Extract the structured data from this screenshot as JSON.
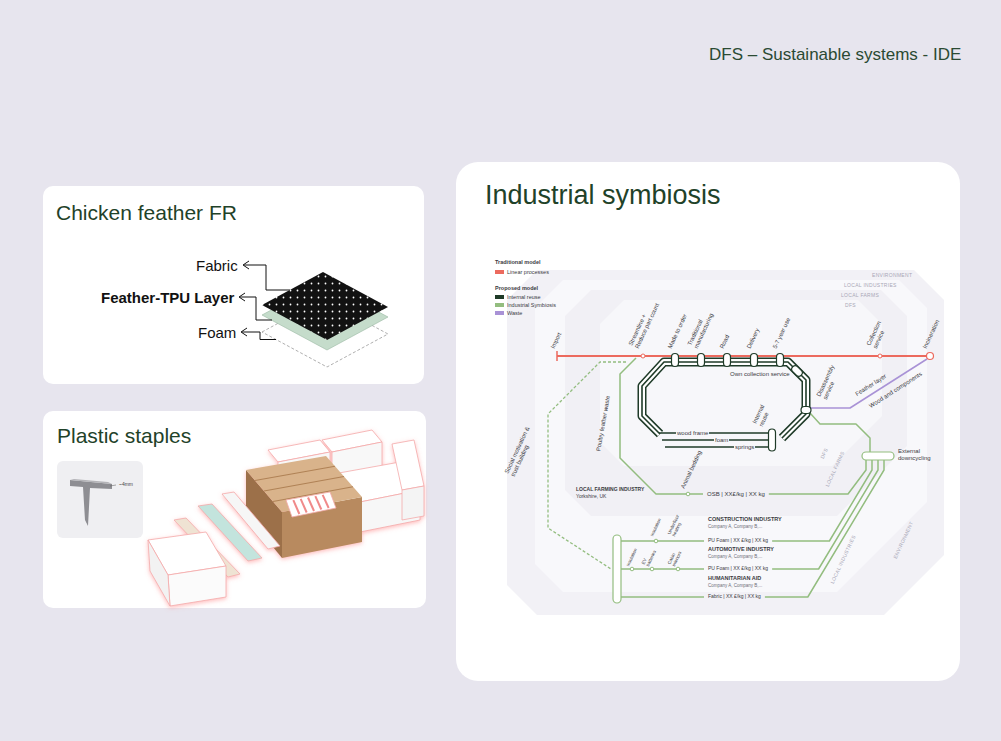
{
  "diagram": {
    "title": "DFS – Sustainable systems - IDE",
    "nodes": [
      {
        "text": [
          "Chicken feather FR"
        ]
      },
      {
        "text": [
          "Plastic staples"
        ]
      },
      {
        "text": [
          "Industrial symbiosis"
        ]
      },
      {
        "text": [
          "ENVIRONMENT",
          "ENVIRONMENT"
        ],
        "in": 2
      },
      {
        "text": [
          "LOCAL INDUSTRIES",
          "LOCAL INDUSTRIES"
        ],
        "in": 3
      },
      {
        "text": [
          "LOCAL FARMS",
          "LOCAL FARMS"
        ],
        "in": 4
      },
      {
        "text": [
          "DFS",
          "DFS"
        ],
        "in": 5
      }
    ],
    "labels": [
      "Fabric",
      "Feather-TPU Layer",
      "Foam",
      "~4mm",
      "Traditional model",
      "Proposed model",
      "Import",
      "Streamline + Reduce part count",
      "Made to order",
      "Traditional manufacturing",
      "Road",
      "Delivery",
      "5-7 year use",
      "Collection service",
      "Incineration",
      "Own collection service",
      "Disassembly service",
      "Internal reuse",
      "wood frame",
      "foam",
      "springs",
      "Poultry feather waste",
      "Animal bedding",
      "LOCAL FARMING INDUSTRY",
      "Yorkshire, UK",
      "OSB | XX£/kg | XX kg",
      "Feather layer",
      "Wood and components",
      "External downcycling",
      "Social motivation & trust building",
      "Insulation",
      "Underfloor heating",
      "Insulation",
      "EV batteries",
      "Cabin interiors",
      "CONSTRUCTION INDUSTRY",
      "Company A, Company B,...",
      "PU Foam | XX £/kg | XX kg",
      "AUTOMOTIVE INDUSTRY",
      "Company A, Company B,...",
      "PU Foam | XX £/kg | XX kg",
      "HUMANITARIAN AID",
      "Company A, Company B,...",
      "Fabric | XX £/kg | XX kg"
    ],
    "legend": [
      {
        "text": "Linear processes",
        "color": "#ec6a5e"
      },
      {
        "text": "Internal reuse",
        "color": "#1f3b28"
      },
      {
        "text": "Industrial Symbiosis",
        "color": "#93bd7f"
      },
      {
        "text": "Waste",
        "color": "#a992d6"
      }
    ]
  }
}
